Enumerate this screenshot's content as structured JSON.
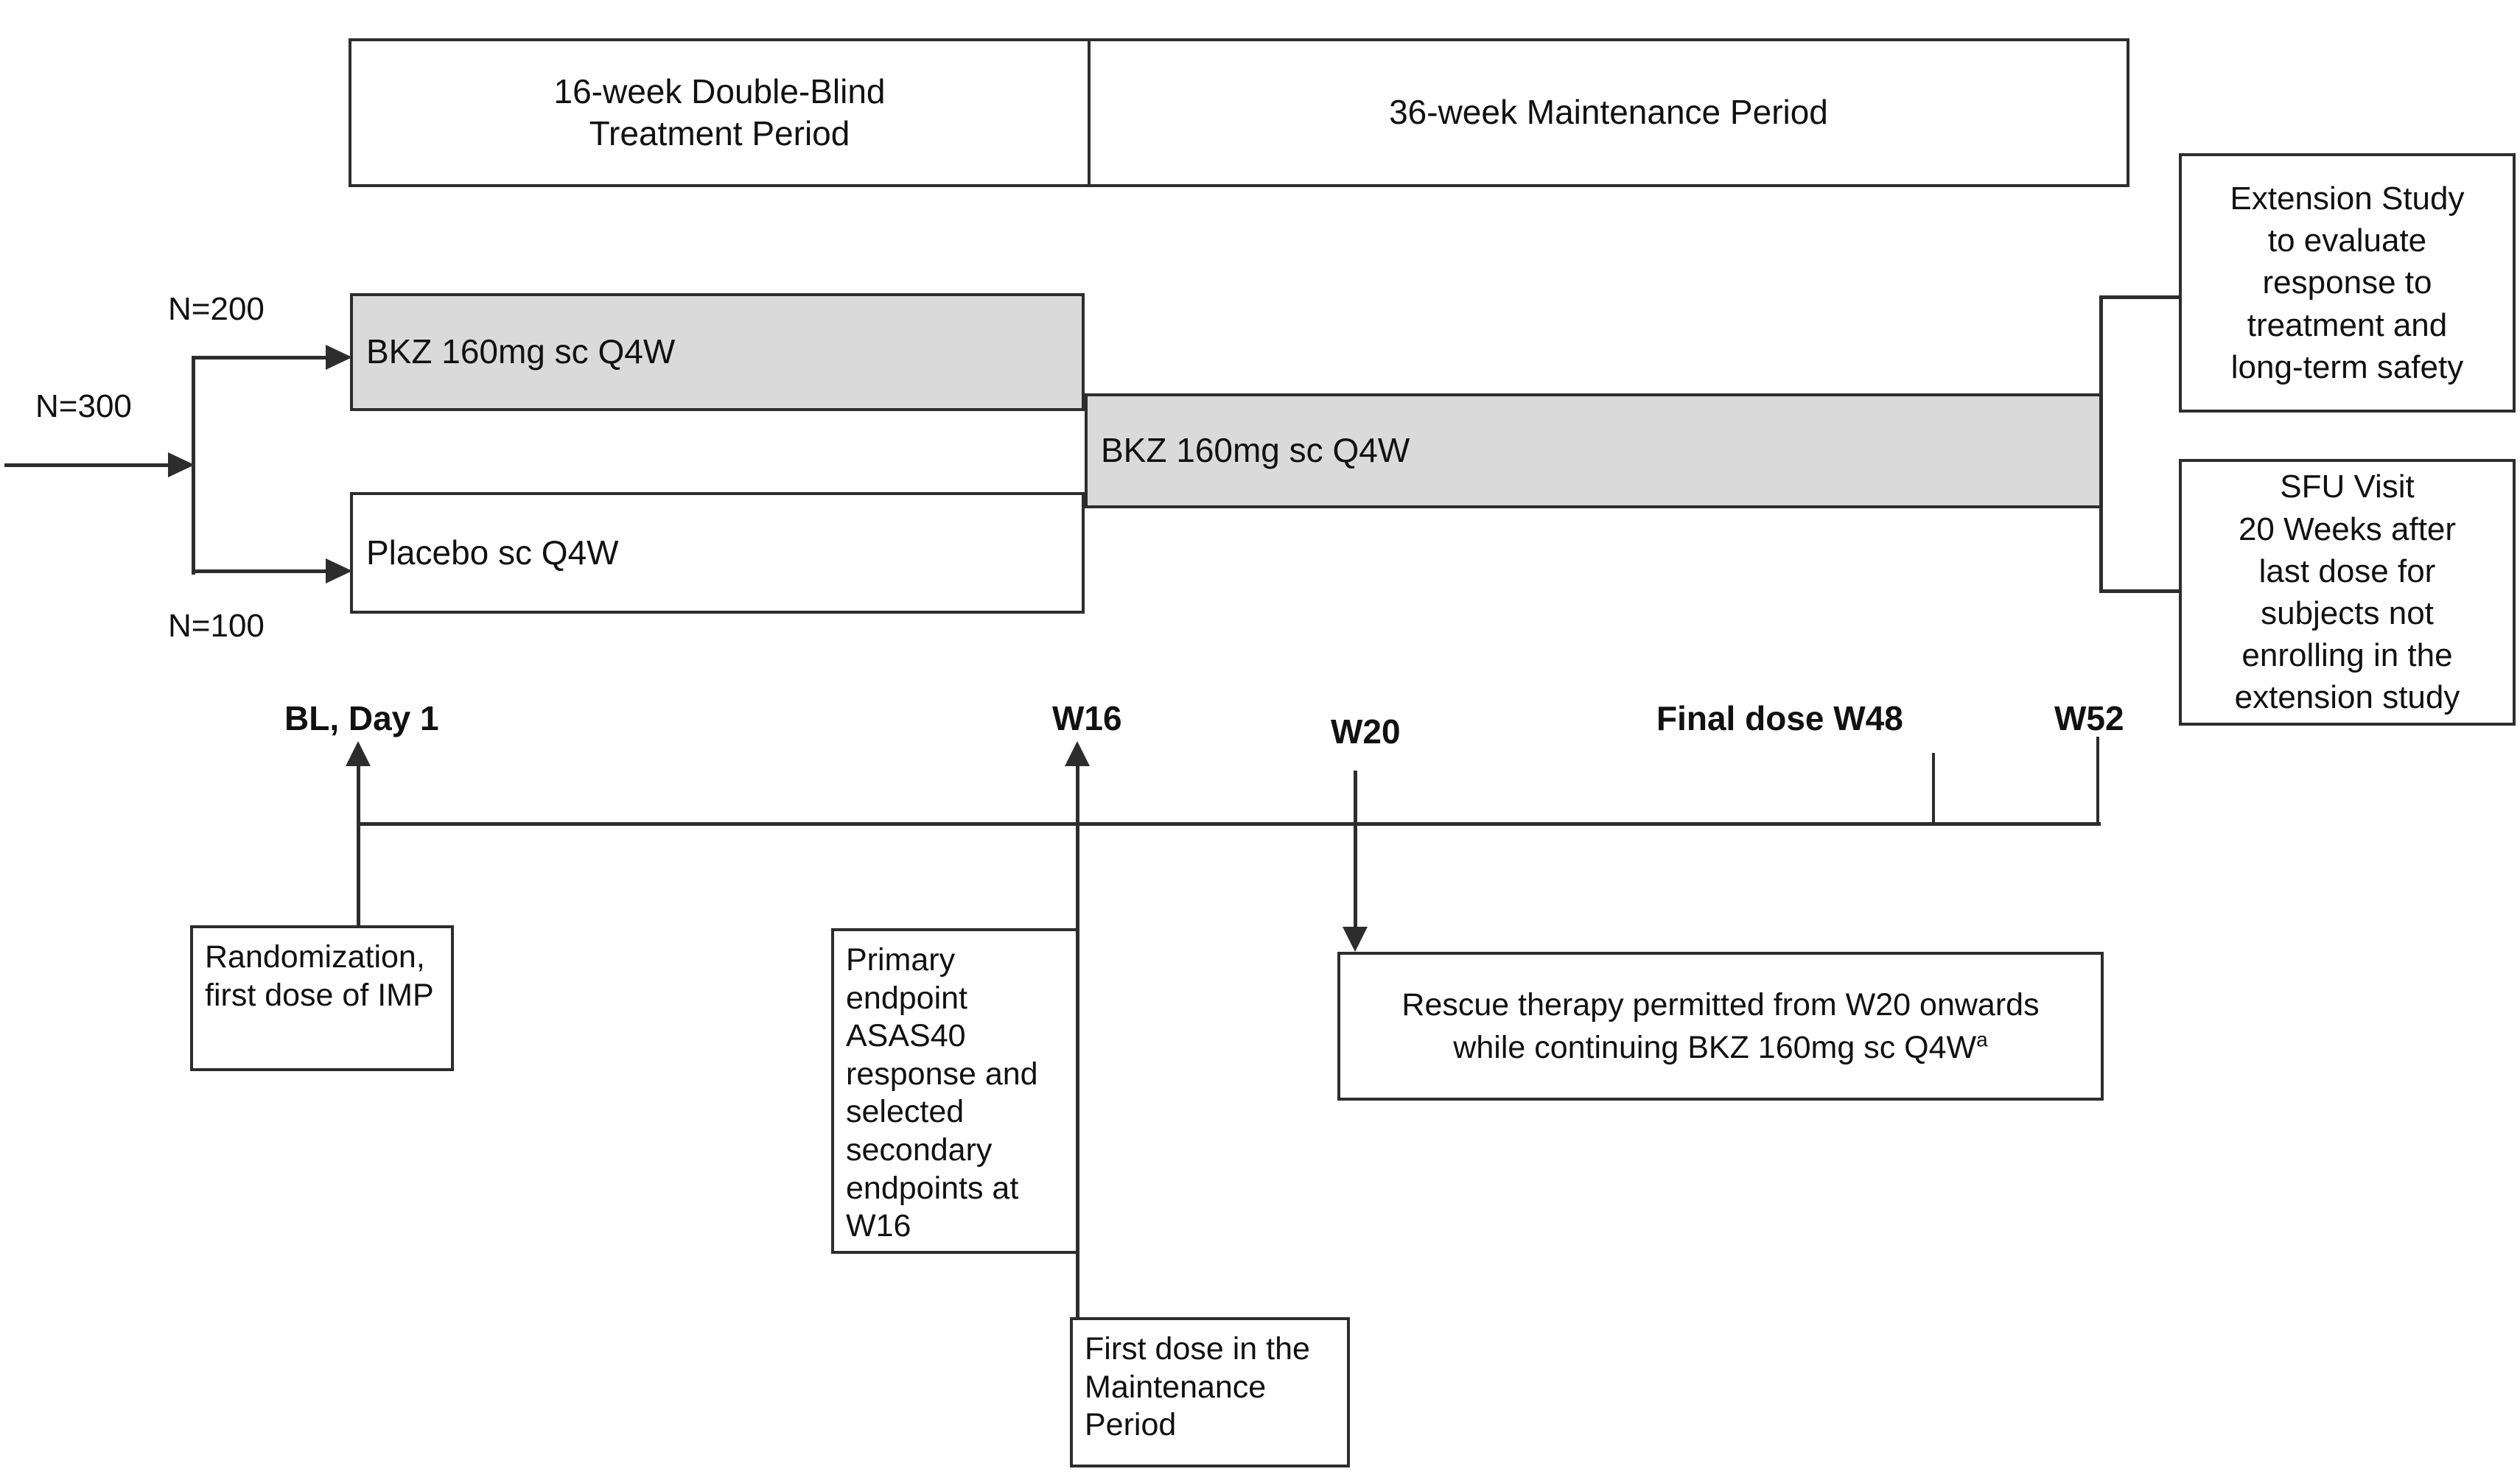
{
  "periods": {
    "treatment": "16-week Double-Blind\nTreatment Period",
    "maintenance": "36-week Maintenance Period"
  },
  "enrollment": {
    "total": "N=300",
    "bkz_arm": "N=200",
    "placebo_arm": "N=100"
  },
  "arms": {
    "bkz_double_blind": "BKZ 160mg sc Q4W",
    "placebo_double_blind": "Placebo sc Q4W",
    "maintenance": "BKZ 160mg sc Q4W"
  },
  "outcomes": {
    "extension": "Extension Study\nto evaluate\nresponse to\ntreatment and\nlong-term safety",
    "sfu": "SFU Visit\n20 Weeks after\nlast dose for\nsubjects not\nenrolling in the\nextension study"
  },
  "timeline": {
    "baseline": "BL, Day 1",
    "week16": "W16",
    "week20": "W20",
    "week48": "Final dose W48",
    "week52": "W52"
  },
  "notes": {
    "randomization": "Randomization,\nfirst dose of IMP",
    "primary_endpoint": "Primary\nendpoint\nASAS40\nresponse and\nselected\nsecondary\nendpoints at\nW16",
    "first_dose_maintenance": "First dose in the\nMaintenance\nPeriod",
    "rescue_line1": "Rescue therapy permitted from W20 onwards",
    "rescue_line2": "while continuing BKZ 160mg sc Q4W",
    "rescue_footnote_marker": "a"
  },
  "colors": {
    "bar_fill": "#dadada",
    "line": "#2d2d2d"
  }
}
